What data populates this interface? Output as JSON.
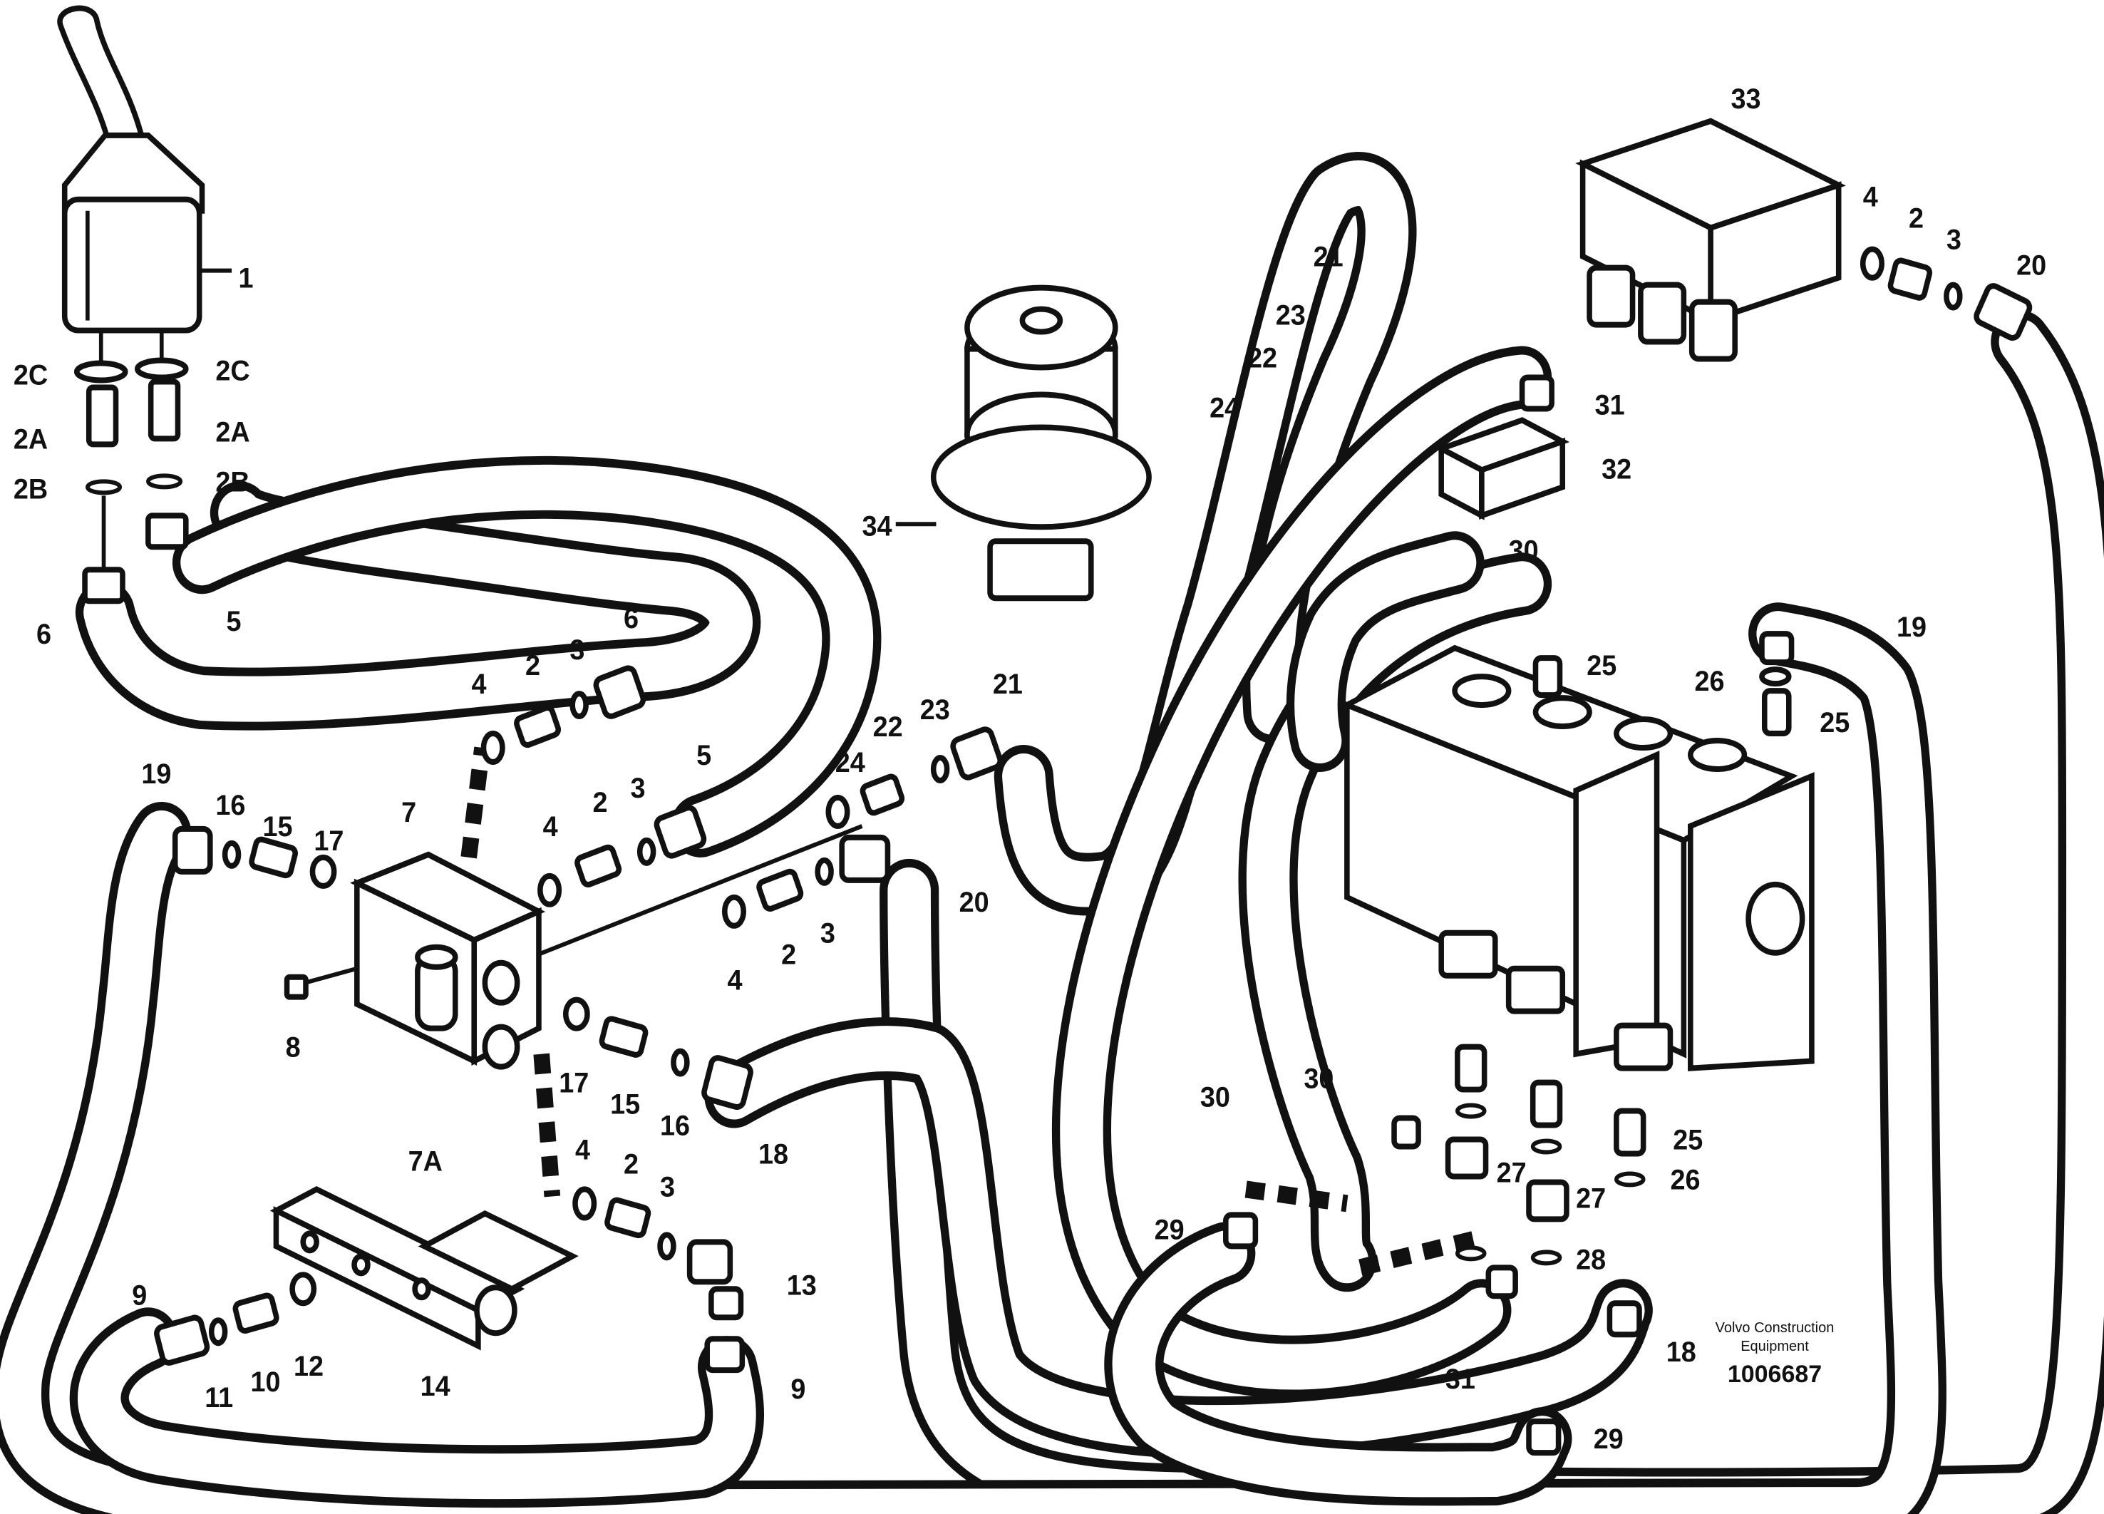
{
  "credit": {
    "maker_line1": "Volvo Construction",
    "maker_line2": "Equipment",
    "drawing_number": "1006687"
  },
  "callouts": [
    {
      "id": "1",
      "text": "1"
    },
    {
      "id": "2c-left",
      "text": "2C"
    },
    {
      "id": "2c-right",
      "text": "2C"
    },
    {
      "id": "2a-left",
      "text": "2A"
    },
    {
      "id": "2a-right",
      "text": "2A"
    },
    {
      "id": "2b-left",
      "text": "2B"
    },
    {
      "id": "2b-right",
      "text": "2B"
    },
    {
      "id": "6-left",
      "text": "6"
    },
    {
      "id": "5-upper",
      "text": "5"
    },
    {
      "id": "4-a",
      "text": "4"
    },
    {
      "id": "2-a",
      "text": "2"
    },
    {
      "id": "3-a",
      "text": "3"
    },
    {
      "id": "6-right",
      "text": "6"
    },
    {
      "id": "19-left",
      "text": "19"
    },
    {
      "id": "16-a",
      "text": "16"
    },
    {
      "id": "15-a",
      "text": "15"
    },
    {
      "id": "17-a",
      "text": "17"
    },
    {
      "id": "7",
      "text": "7"
    },
    {
      "id": "4-b",
      "text": "4"
    },
    {
      "id": "2-b",
      "text": "2"
    },
    {
      "id": "3-b",
      "text": "3"
    },
    {
      "id": "5-lower",
      "text": "5"
    },
    {
      "id": "24-a",
      "text": "24"
    },
    {
      "id": "22-a",
      "text": "22"
    },
    {
      "id": "23-a",
      "text": "23"
    },
    {
      "id": "21-a",
      "text": "21"
    },
    {
      "id": "20-mid",
      "text": "20"
    },
    {
      "id": "3-c",
      "text": "3"
    },
    {
      "id": "2-c",
      "text": "2"
    },
    {
      "id": "4-c",
      "text": "4"
    },
    {
      "id": "8",
      "text": "8"
    },
    {
      "id": "7a",
      "text": "7A"
    },
    {
      "id": "17-b",
      "text": "17"
    },
    {
      "id": "15-b",
      "text": "15"
    },
    {
      "id": "16-b",
      "text": "16"
    },
    {
      "id": "18-left",
      "text": "18"
    },
    {
      "id": "4-d",
      "text": "4"
    },
    {
      "id": "2-d",
      "text": "2"
    },
    {
      "id": "3-d",
      "text": "3"
    },
    {
      "id": "13",
      "text": "13"
    },
    {
      "id": "9-left",
      "text": "9"
    },
    {
      "id": "11",
      "text": "11"
    },
    {
      "id": "10",
      "text": "10"
    },
    {
      "id": "12",
      "text": "12"
    },
    {
      "id": "14",
      "text": "14"
    },
    {
      "id": "9-right",
      "text": "9"
    },
    {
      "id": "21-b",
      "text": "21"
    },
    {
      "id": "23-b",
      "text": "23"
    },
    {
      "id": "22-b",
      "text": "22"
    },
    {
      "id": "24-b",
      "text": "24"
    },
    {
      "id": "34",
      "text": "34"
    },
    {
      "id": "33",
      "text": "33"
    },
    {
      "id": "4-e",
      "text": "4"
    },
    {
      "id": "2-e",
      "text": "2"
    },
    {
      "id": "3-e",
      "text": "3"
    },
    {
      "id": "20-right",
      "text": "20"
    },
    {
      "id": "31-upper",
      "text": "31"
    },
    {
      "id": "32",
      "text": "32"
    },
    {
      "id": "30-upper",
      "text": "30"
    },
    {
      "id": "25-a",
      "text": "25"
    },
    {
      "id": "19-right",
      "text": "19"
    },
    {
      "id": "26-a",
      "text": "26"
    },
    {
      "id": "25-b",
      "text": "25"
    },
    {
      "id": "30-left",
      "text": "30"
    },
    {
      "id": "30-mid",
      "text": "30"
    },
    {
      "id": "27-a",
      "text": "27"
    },
    {
      "id": "27-b",
      "text": "27"
    },
    {
      "id": "25-c",
      "text": "25"
    },
    {
      "id": "26-b",
      "text": "26"
    },
    {
      "id": "29-left",
      "text": "29"
    },
    {
      "id": "28",
      "text": "28"
    },
    {
      "id": "31-lower",
      "text": "31"
    },
    {
      "id": "18-right",
      "text": "18"
    },
    {
      "id": "29-right",
      "text": "29"
    }
  ]
}
